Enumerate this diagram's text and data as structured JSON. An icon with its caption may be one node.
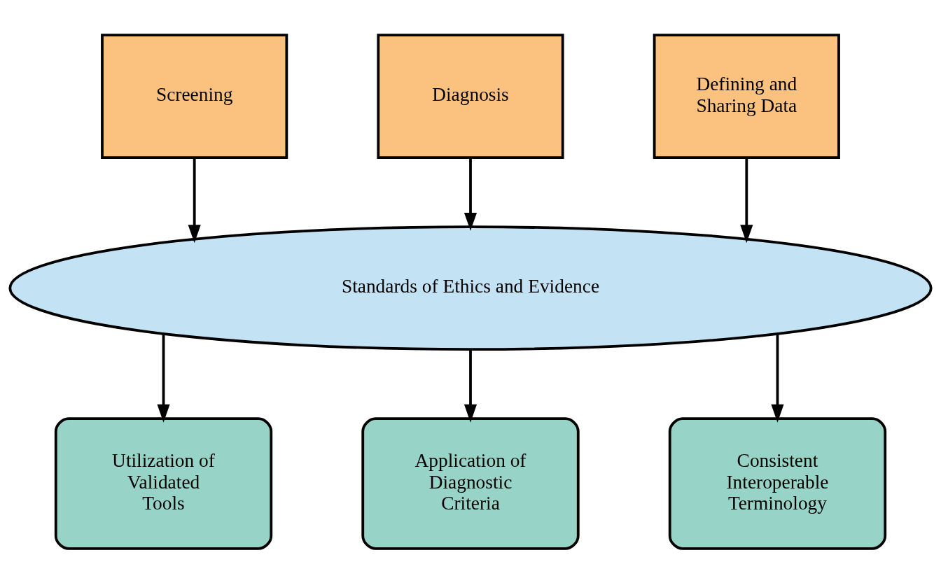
{
  "diagram": {
    "nodes": [
      {
        "text": [
          "Screening"
        ]
      },
      {
        "text": [
          "Diagnosis"
        ]
      },
      {
        "text": [
          "Defining and Sharing Data"
        ]
      },
      {
        "text": [
          "Standards of Ethics and Evidence"
        ]
      },
      {
        "text": [
          "Utilization of Validated Tools"
        ]
      },
      {
        "text": [
          "Application of Diagnostic Criteria"
        ]
      },
      {
        "text": [
          "Consistent Interoperable Terminology"
        ]
      }
    ],
    "edges": [
      {
        "from": 0,
        "to": 3,
        "arrow": "to"
      },
      {
        "from": 1,
        "to": 3,
        "arrow": "to"
      },
      {
        "from": 2,
        "to": 3,
        "arrow": "to"
      },
      {
        "from": 3,
        "to": 4,
        "arrow": "to"
      },
      {
        "from": 3,
        "to": 5,
        "arrow": "to"
      },
      {
        "from": 3,
        "to": 6,
        "arrow": "to"
      }
    ]
  }
}
